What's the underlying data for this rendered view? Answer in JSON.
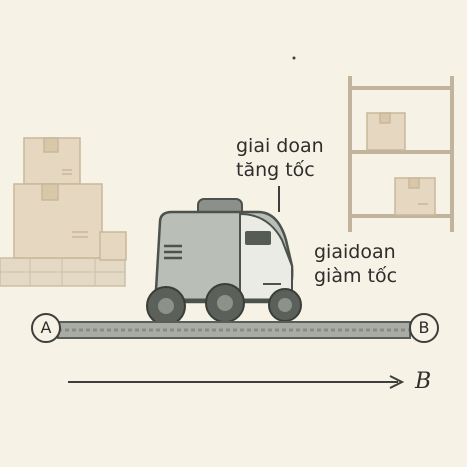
{
  "labels": {
    "acceleration_line1": "giai doan",
    "acceleration_line2": "tăng tốc",
    "deceleration_line1": "giaidoan",
    "deceleration_line2": "giàm tốc"
  },
  "points": {
    "start": "A",
    "end": "B",
    "arrow_end": "B"
  },
  "colors": {
    "background": "#f6f2e6",
    "ink": "#3e3e3c",
    "robot_body": "#b9beb6",
    "box": "#e6d8c0"
  },
  "icons": [
    "warehouse-shelf-icon",
    "cardboard-box-icon",
    "delivery-robot-icon",
    "direction-arrow-icon"
  ]
}
